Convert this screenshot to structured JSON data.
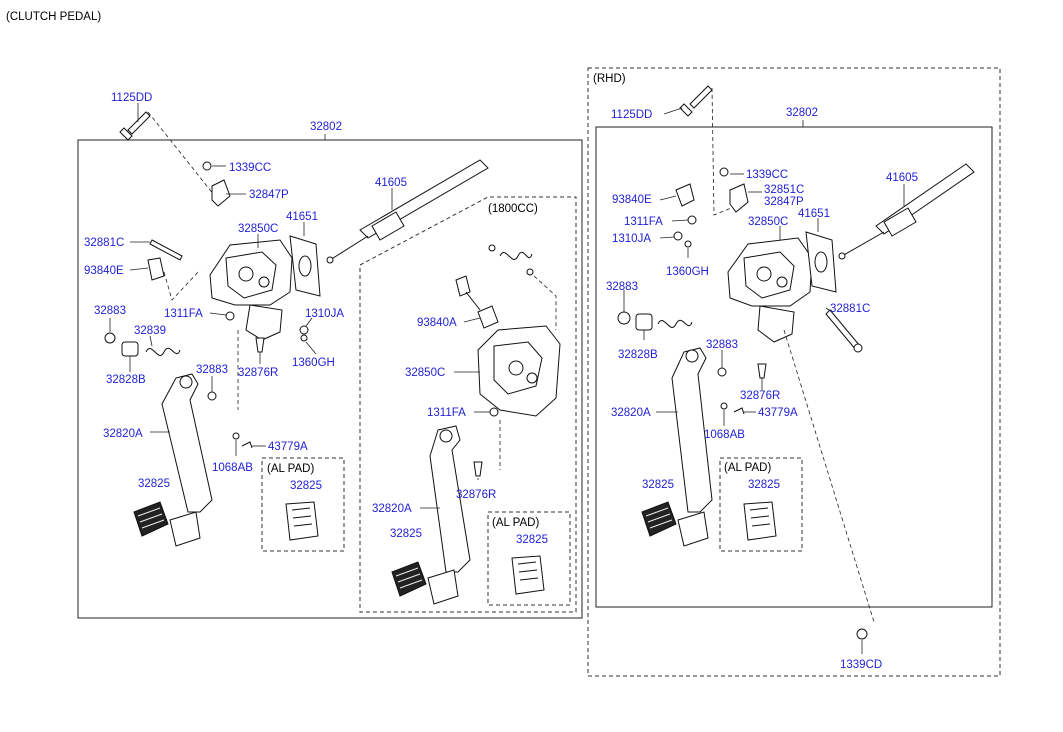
{
  "title": "(CLUTCH PEDAL)",
  "colors": {
    "part_label": "#1f1fd6",
    "note": "#000000",
    "line": "#222222"
  },
  "groups": {
    "lhd_frame_label": "32802",
    "engine_variant": "(1800CC)",
    "rhd_variant": "(RHD)",
    "al_pad_1": "(AL PAD)",
    "al_pad_2": "(AL PAD)",
    "al_pad_3": "(AL PAD)",
    "rhd_frame_label": "32802"
  },
  "lhd_labels": {
    "bolt_top": "1125DD",
    "nut_top": "1339CC",
    "bracket_top": "32847P",
    "master_cyl": "41605",
    "gasket": "41651",
    "bracket_main": "32850C",
    "pin_top": "32881C",
    "switch": "93840E",
    "bush_left": "32883",
    "nut_mid": "1311FA",
    "nut_right": "1310JA",
    "spring": "32839",
    "stopper_right": "1360GH",
    "bush_lower": "32828B",
    "bush_mid": "32883",
    "stopper_low": "32876R",
    "arm": "32820A",
    "clip": "43779A",
    "washer": "1068AB",
    "pad_rubber": "32825",
    "pad_al": "32825"
  },
  "cc1800_labels": {
    "switch": "93840A",
    "bracket": "32850C",
    "nut": "1311FA",
    "arm": "32820A",
    "stopper": "32876R",
    "pad_rubber": "32825",
    "pad_al": "32825"
  },
  "rhd_labels": {
    "bolt_top": "1125DD",
    "nut_top": "1339CC",
    "bracket_a": "32851C",
    "bracket_b": "32847P",
    "switch": "93840E",
    "nut_a": "1311FA",
    "bracket_main": "32850C",
    "gasket": "41651",
    "master_cyl": "41605",
    "nut_b": "1310JA",
    "stopper": "1360GH",
    "bush_a": "32883",
    "pin": "32881C",
    "bush_b": "32828B",
    "bush_c": "32883",
    "stopper_low": "32876R",
    "arm": "32820A",
    "clip": "43779A",
    "washer": "1068AB",
    "pad_rubber": "32825",
    "pad_al": "32825",
    "nut_bottom": "1339CD"
  }
}
